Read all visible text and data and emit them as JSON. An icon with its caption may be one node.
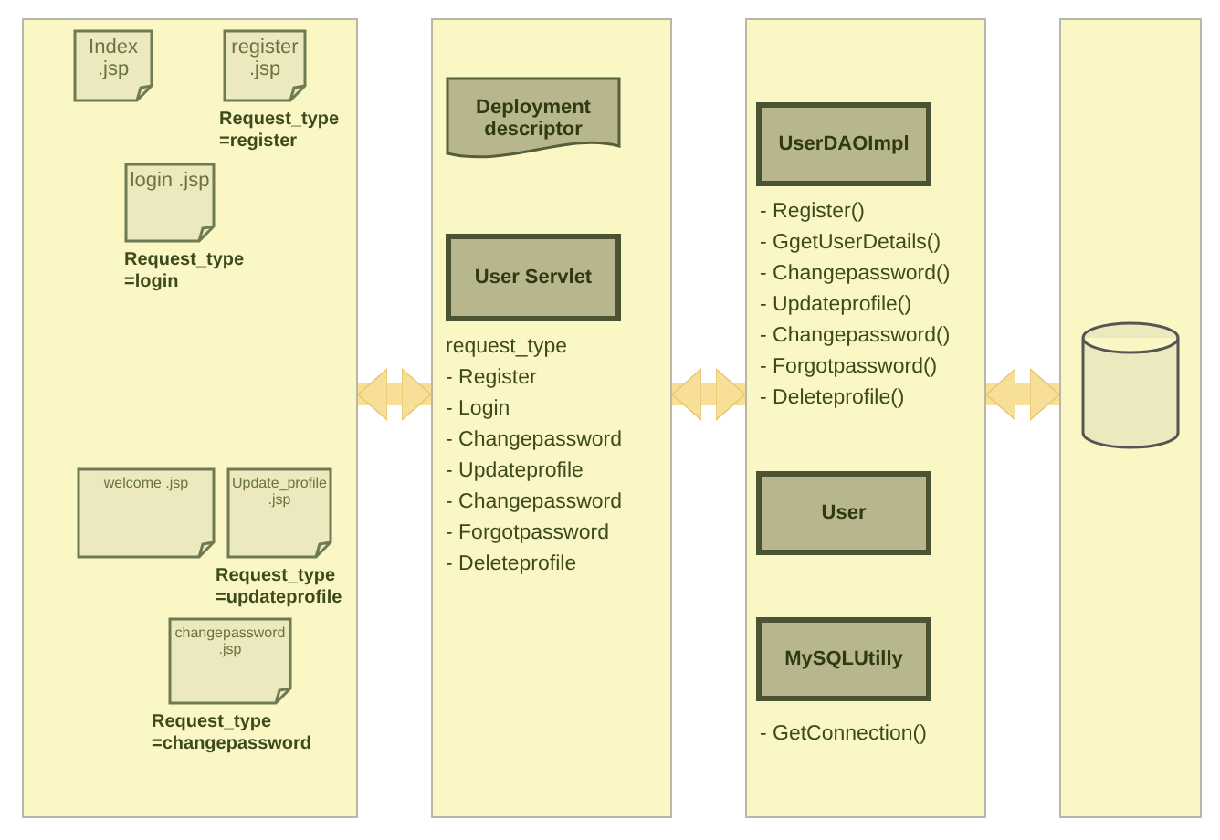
{
  "diagram": {
    "nodes": [
      {
        "text": [],
        "shape": "box"
      },
      {
        "text": [
          "Index .jsp"
        ],
        "in": 0
      },
      {
        "text": [
          "register .jsp"
        ],
        "in": 0,
        "beside": [
          "Request_type =register"
        ]
      },
      {
        "text": [
          "login .jsp"
        ],
        "in": 0,
        "beside": [
          "Request_type =login"
        ]
      },
      {
        "text": [
          "welcome .jsp"
        ],
        "in": 0
      },
      {
        "text": [
          "Update_profile .jsp"
        ],
        "in": 0,
        "beside": [
          "Request_type =updateprofile"
        ]
      },
      {
        "text": [
          "changepassword .jsp"
        ],
        "in": 0,
        "beside": [
          "Request_type =changepassword"
        ]
      },
      {
        "text": [],
        "shape": "box"
      },
      {
        "text": [
          "Deployment descriptor"
        ],
        "in": 7
      },
      {
        "text": [
          "User Servlet"
        ],
        "in": 7,
        "beside": [
          "request_type",
          "- Register",
          "- Login",
          "- Changepassword",
          "- Updateprofile",
          "- Changepassword",
          "- Forgotpassword",
          "- Deleteprofile"
        ]
      },
      {
        "text": [],
        "shape": "box"
      },
      {
        "text": [
          "UserDAOImpl"
        ],
        "in": 10,
        "beside": [
          "- Register()",
          "- GgetUserDetails()",
          "- Changepassword()",
          "- Updateprofile()",
          "- Changepassword()",
          "- Forgotpassword()",
          "- Deleteprofile()"
        ]
      },
      {
        "text": [
          "User"
        ],
        "in": 10
      },
      {
        "text": [
          "MySQLUtilly"
        ],
        "in": 10,
        "beside": [
          "- GetConnection()"
        ]
      },
      {
        "text": [],
        "shape": "box"
      },
      {
        "text": [],
        "shape": "cylinder",
        "in": 14
      }
    ],
    "edges": [
      {
        "from": 0,
        "to": 7,
        "arrow": "both"
      },
      {
        "from": 7,
        "to": 10,
        "arrow": "both"
      },
      {
        "from": 10,
        "to": 14,
        "arrow": "both"
      }
    ]
  }
}
